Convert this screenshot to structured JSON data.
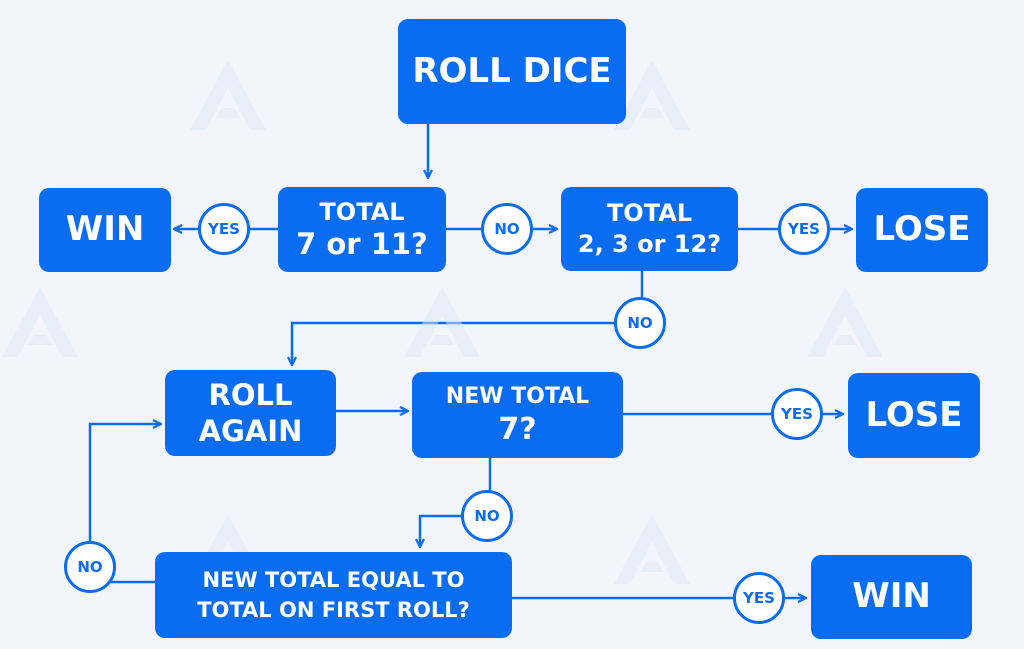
{
  "colors": {
    "primary": "#0a6cf0",
    "background": "#f2f6fc",
    "watermark": "#dfe8f5"
  },
  "watermark_icon": "logo-watermark",
  "nodes": {
    "roll_dice": [
      "ROLL DICE"
    ],
    "total_7_11": [
      "TOTAL",
      "7 or 11?"
    ],
    "total_2_3_12": [
      "TOTAL",
      "2, 3 or 12?"
    ],
    "win_top": [
      "WIN"
    ],
    "lose_top": [
      "LOSE"
    ],
    "roll_again": [
      "ROLL",
      "AGAIN"
    ],
    "new_total_7": [
      "NEW TOTAL",
      "7?"
    ],
    "lose_mid": [
      "LOSE"
    ],
    "new_total_equal": [
      "NEW TOTAL EQUAL TO",
      "TOTAL ON FIRST ROLL?"
    ],
    "win_bottom": [
      "WIN"
    ]
  },
  "edge_labels": {
    "yes_win_top": "YES",
    "no_to_2_3_12": "NO",
    "yes_lose_top": "YES",
    "no_to_roll_again": "NO",
    "yes_lose_mid": "YES",
    "no_to_equal": "NO",
    "no_loop_back": "NO",
    "yes_win_bottom": "YES"
  }
}
